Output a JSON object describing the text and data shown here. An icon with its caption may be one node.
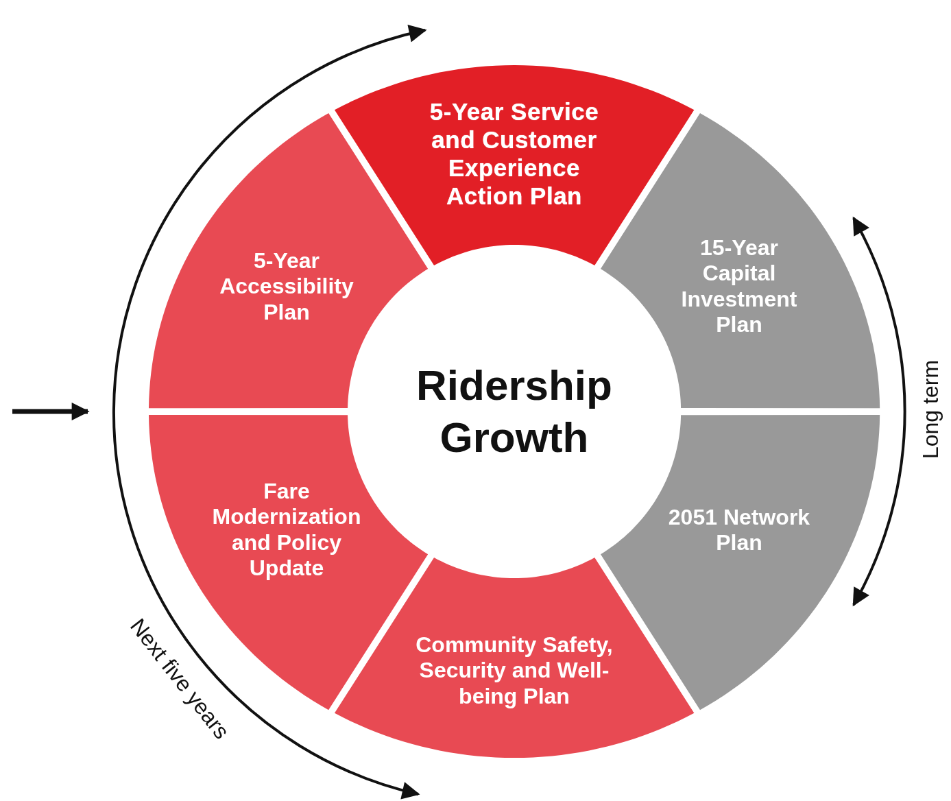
{
  "diagram": {
    "nodes": [
      {
        "text": [
          "5-Year Service and Customer Experience Action Plan"
        ]
      },
      {
        "text": [
          "5-Year Accessibility Plan"
        ]
      },
      {
        "text": [
          "15-Year Capital Investment Plan"
        ]
      },
      {
        "text": [
          "Ridership Growth"
        ]
      },
      {
        "text": [
          "Fare Modernization and Policy Update"
        ]
      },
      {
        "text": [
          "2051 Network Plan"
        ]
      },
      {
        "text": [
          "Community Safety, Security and Well-being Plan"
        ]
      }
    ],
    "labels": [
      "Next five years",
      "Long term"
    ]
  }
}
